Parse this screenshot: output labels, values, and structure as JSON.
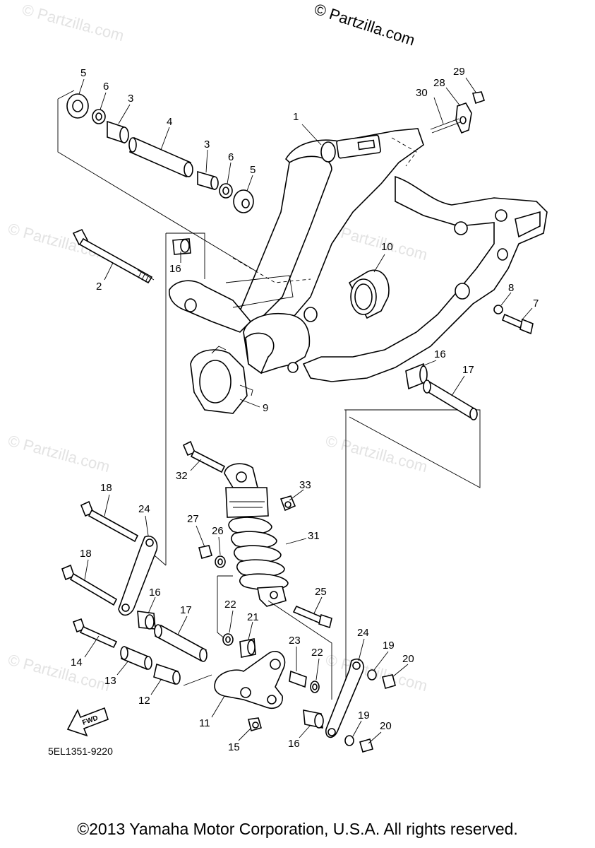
{
  "copyright_top": "© Partzilla.com",
  "watermark": "© Partzilla.com",
  "diagram_code": "5EL1351-9220",
  "fwd_label": "FWD",
  "footer": "©2013 Yamaha Motor Corporation, U.S.A. All rights reserved.",
  "callouts": {
    "c1": "1",
    "c2": "2",
    "c3a": "3",
    "c3b": "3",
    "c4": "4",
    "c5a": "5",
    "c5b": "5",
    "c6a": "6",
    "c6b": "6",
    "c7": "7",
    "c8": "8",
    "c9": "9",
    "c10": "10",
    "c11": "11",
    "c12": "12",
    "c13": "13",
    "c14": "14",
    "c15": "15",
    "c16a": "16",
    "c16b": "16",
    "c16c": "16",
    "c16d": "16",
    "c17a": "17",
    "c17b": "17",
    "c18a": "18",
    "c18b": "18",
    "c19a": "19",
    "c19b": "19",
    "c20a": "20",
    "c20b": "20",
    "c21": "21",
    "c22a": "22",
    "c22b": "22",
    "c23": "23",
    "c24a": "24",
    "c24b": "24",
    "c25": "25",
    "c26": "26",
    "c27": "27",
    "c28": "28",
    "c29": "29",
    "c30": "30",
    "c31": "31",
    "c32": "32",
    "c33": "33"
  }
}
